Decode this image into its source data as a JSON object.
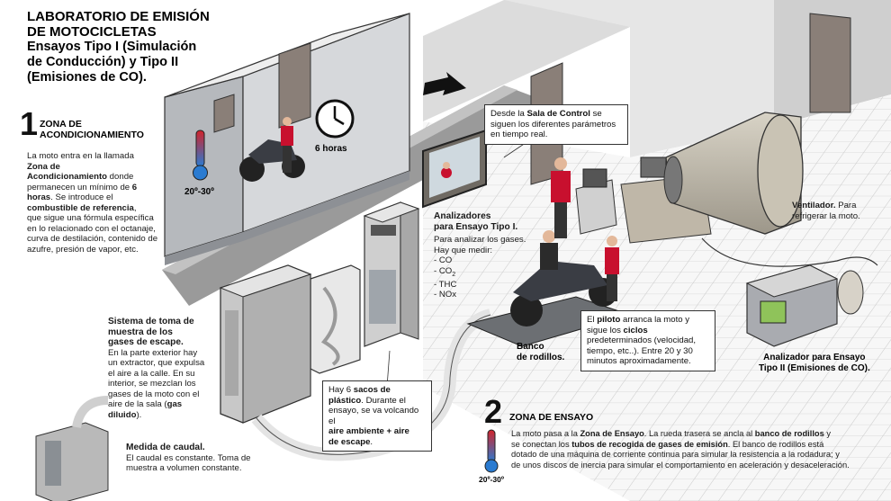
{
  "title": {
    "line1": "LABORATORIO DE EMISIÓN",
    "line2": "DE MOTOCICLETAS",
    "line3": "Ensayos Tipo I (Simulación",
    "line4": "de Conducción) y Tipo II",
    "line5": "(Emisiones de CO)."
  },
  "zona1": {
    "number": "1",
    "head1": "ZONA DE",
    "head2": "ACONDICIONAMIENTO",
    "p1": "La moto entra en la llamada",
    "p2_bold": "Zona de",
    "p3_bold": "Acondicionamiento",
    "p3_rest": " donde",
    "p4": "permanecen un mínimo de ",
    "p4_bold": "6",
    "p5_bold": "horas",
    "p5_rest": ". Se introduce el",
    "p6_bold": "combustible de referencia",
    "p6_rest": ",",
    "p7": "que sigue una fórmula específica",
    "p8": "en lo relacionado con el octanaje,",
    "p9": "curva de destilación, contenido de",
    "p10": "azufre, presión de vapor, etc.",
    "temp": "20º-30º",
    "hours": "6 horas"
  },
  "sala": {
    "t1": "Desde la ",
    "t1_bold": "Sala de Control",
    "t1_rest": " se",
    "t2": "siguen los diferentes parámetros",
    "t3": "en tiempo real."
  },
  "analizadores": {
    "head1": "Analizadores",
    "head2": "para Ensayo Tipo I.",
    "l1": "Para analizar los gases.",
    "l2": "Hay que medir:",
    "items": [
      "- CO",
      "- CO",
      "- THC",
      "- NOx"
    ],
    "co2_sub": "2"
  },
  "ventilador": {
    "bold": "Ventilador.",
    "rest": " Para",
    "l2": "refrigerar la moto."
  },
  "piloto": {
    "t1": "El ",
    "t1_bold": "piloto",
    "t1_rest": " arranca la moto y",
    "t2": "sigue los ",
    "t2_bold": "ciclos",
    "t3": "predeterminados (velocidad,",
    "t4": "tiempo, etc..). Entre 20 y 30",
    "t5": "minutos aproximadamente."
  },
  "banco": {
    "l1": "Banco",
    "l2": "de rodillos."
  },
  "analizador2": {
    "l1": "Analizador para Ensayo",
    "l2": "Tipo II (Emisiones de CO)."
  },
  "sistema": {
    "h1": "Sistema de toma de",
    "h2": "muestra de los",
    "h3": "gases de escape.",
    "l1": "En la parte exterior hay",
    "l2": "un extractor, que expulsa",
    "l3": "el aire a la calle. En su",
    "l4": "interior, se mezclan los",
    "l5": "gases de la moto con el",
    "l6": "aire de la sala (",
    "l6_bold": "gas",
    "l7_bold": "diluido",
    "l7_rest": ")."
  },
  "sacos": {
    "t1": "Hay 6 ",
    "t1_bold": "sacos de",
    "t2_bold": "plástico",
    "t2_rest": ". Durante el",
    "t3": "ensayo, se va volcando el",
    "t4_bold": "aire ambiente + aire",
    "t5_bold": "de escape",
    "t5_rest": "."
  },
  "caudal": {
    "head": "Medida de caudal.",
    "l1": "El caudal es constante. Toma de",
    "l2": "muestra a volumen constante."
  },
  "zona2": {
    "number": "2",
    "head": "ZONA DE ENSAYO",
    "temp": "20º-30º",
    "l1a": "La moto pasa a la ",
    "l1b": "Zona de Ensayo",
    "l1c": ". La rueda trasera se ancla al ",
    "l1d": "banco de rodillos",
    "l1e": " y",
    "l2a": "se conectan los ",
    "l2b": "tubos de recogida de gases de emisión",
    "l2c": ". El banco de rodillos está",
    "l3": "dotado de una máquina de corriente continua para simular la resistencia a la rodadura; y",
    "l4": "de unos discos de inercia para simular el comportamiento en aceleración y desaceleración."
  },
  "colors": {
    "wall_light": "#ececec",
    "wall_mid": "#d9d9d9",
    "wall_dark": "#a9a9a9",
    "tile_line": "#c4c4c4",
    "door": "#8a7f78",
    "shirt_red": "#c8102e",
    "screen_green": "#8fc35a"
  }
}
